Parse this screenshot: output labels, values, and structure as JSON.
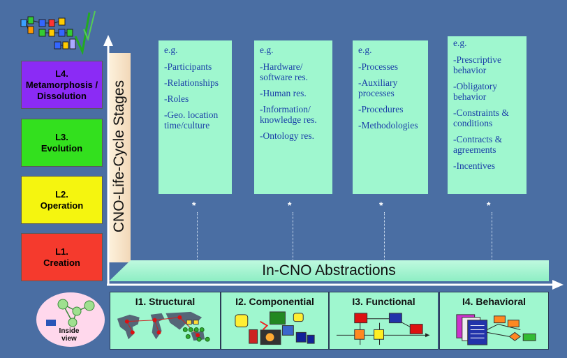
{
  "stages": [
    {
      "code": "L4.",
      "name": "Metamorphosis / Dissolution",
      "color": "#8b2bf5"
    },
    {
      "code": "L3.",
      "name": "Evolution",
      "color": "#33e01e"
    },
    {
      "code": "L2.",
      "name": "Operation",
      "color": "#f5f50f"
    },
    {
      "code": "L1.",
      "name": "Creation",
      "color": "#f53a2d"
    }
  ],
  "y_axis_label": "CNO-Life-Cycle Stages",
  "x_axis_label": "In-CNO Abstractions",
  "categories": [
    {
      "eg": "e.g.",
      "items": [
        "-Participants",
        "-Relationships",
        "-Roles",
        "-Geo. location time/culture"
      ]
    },
    {
      "eg": "e.g.",
      "items": [
        "-Hardware/ software res.",
        "-Human res.",
        "-Information/ knowledge res.",
        "-Ontology res."
      ]
    },
    {
      "eg": "e.g.",
      "items": [
        "-Processes",
        "-Auxiliary processes",
        "-Procedures",
        "-Methodologies"
      ]
    },
    {
      "eg": "e.g.",
      "items": [
        "-Prescriptive behavior",
        "-Obligatory behavior",
        "-Constraints & conditions",
        "-Contracts & agreements",
        "-Incentives"
      ]
    }
  ],
  "star": "*",
  "abstractions": [
    {
      "label": "I1. Structural",
      "icon": "world-map-network-icon"
    },
    {
      "label": "I2. Componential",
      "icon": "components-icon"
    },
    {
      "label": "I3. Functional",
      "icon": "process-flow-icon"
    },
    {
      "label": "I4. Behavioral",
      "icon": "documents-flow-icon"
    }
  ],
  "inside_view": {
    "label": "Inside view",
    "icon": "network-nodes-icon"
  },
  "corner_logo": "block-diagram-logo-icon",
  "colors": {
    "background": "#4a6ea3",
    "box_fill": "#9ff7cf",
    "box_text": "#1a3fa8",
    "axis": "#ffffff"
  }
}
